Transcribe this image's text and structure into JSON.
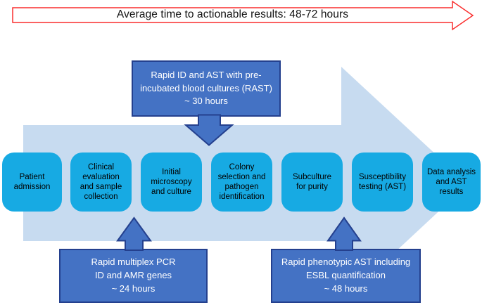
{
  "banner": {
    "label": "Average time to actionable results: 48-72 hours"
  },
  "flow": {
    "steps": [
      {
        "label": "Patient\nadmission"
      },
      {
        "label": "Clinical\nevaluation\nand sample\ncollection"
      },
      {
        "label": "Initial\nmicroscopy\nand culture"
      },
      {
        "label": "Colony\nselection and\npathogen\nidentification"
      },
      {
        "label": "Subculture\nfor purity"
      },
      {
        "label": "Susceptibility\ntesting (AST)"
      },
      {
        "label": "Data analysis\nand AST\nresults"
      }
    ]
  },
  "callouts": {
    "rast": {
      "label": "Rapid ID and AST with pre-\nincubated blood cultures (RAST)\n~ 30 hours"
    },
    "pcr": {
      "label": "Rapid multiplex PCR\nID and AMR genes\n~ 24 hours"
    },
    "ast": {
      "label": "Rapid phenotypic AST including\nESBL quantification\n~ 48 hours"
    }
  },
  "colors": {
    "banner_border": "#FA2E2E",
    "step_fill": "#17AAE3",
    "step_text": "#000000",
    "timeline_fill": "#C7DBF0",
    "callout_fill": "#4472C4",
    "callout_border": "#24408E",
    "callout_text": "#FFFFFF"
  }
}
